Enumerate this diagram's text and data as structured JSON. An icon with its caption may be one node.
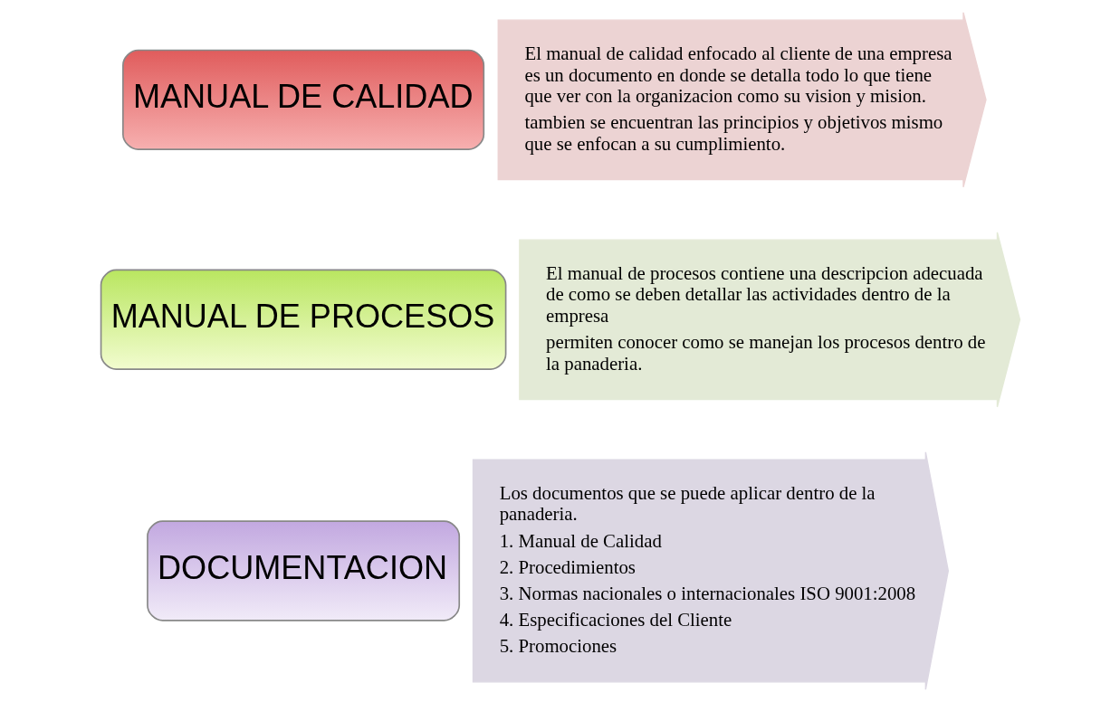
{
  "diagram": {
    "nodes": [
      {
        "text": [
          "MANUAL DE CALIDAD"
        ]
      },
      {
        "text": [
          "El manual de calidad enfocado al cliente de una empresa es un documento en donde se detalla todo lo que tiene que ver con la organizacion como su vision y mision.",
          "tambien se encuentran las principios y objetivos mismo que se enfocan a su cumplimiento."
        ]
      },
      {
        "text": [
          "MANUAL DE PROCESOS"
        ]
      },
      {
        "text": [
          "El manual de procesos contiene una descripcion adecuada de como se deben detallar las actividades dentro de la empresa",
          "permiten conocer como se manejan los procesos dentro de la panaderia."
        ]
      },
      {
        "text": [
          "DOCUMENTACION"
        ]
      },
      {
        "text": [
          "Los documentos que se puede aplicar dentro de la panaderia.",
          "1. Manual de Calidad",
          "2. Procedimientos",
          "3. Normas nacionales o internacionales ISO 9001:2008",
          "4. Especificaciones del Cliente",
          "5. Promociones"
        ]
      }
    ]
  }
}
